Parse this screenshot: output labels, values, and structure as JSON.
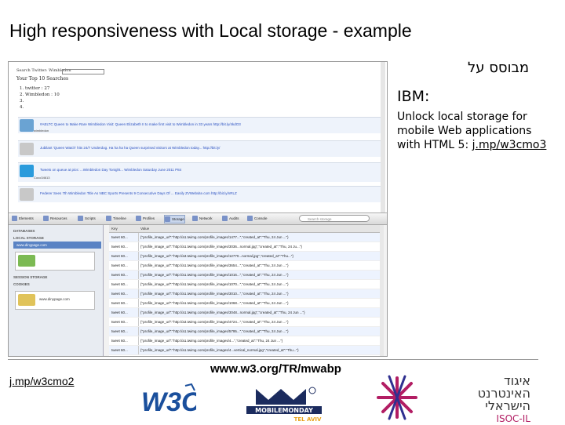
{
  "title": "High responsiveness with Local storage - example",
  "hebrew_title": "מבוסס על",
  "ibm_label": "IBM:",
  "description": "Unlock local storage for mobile Web applications with HTML 5:",
  "ibm_link": "j.mp/w3cmo3",
  "screenshot": {
    "page": {
      "search_label": "Search Twitter: Wimbledon",
      "top10_label": "Your Top 10 Searches",
      "top10": [
        "1. twitter : 27",
        "2. Wimbledon : 10",
        "3. ",
        "4. "
      ],
      "tweets": [
        {
          "text": "#AELTC Queen to Make Rare Wimbledon Visit: Queen Elizabeth II to make first visit to Wimbledon in 33 years http://bit.ly/4kdO3",
          "user": "wimbledon"
        },
        {
          "text": "Jubilant 'Queen Watch' hits 24/7 Underdog. Ha ha ha ha Queen surprised visitors at Wimbledon today... http://bit.ly/",
          "user": ""
        },
        {
          "text": "Tweets on queue at pics: ...Wimbledon Day Tonight... Wimbledon Saturday June 2011 P84",
          "user": "Coco34613"
        },
        {
          "text": "Federer Sees 7th Wimbledon Title As NBC Sports Presents 9 Consecutive Days Of ... Easily ZVWebsite.com http://bit.ly/nRLZ",
          "user": ""
        }
      ]
    },
    "inspector": {
      "toolbar": [
        "Elements",
        "Resources",
        "Scripts",
        "Timeline",
        "Profiles",
        "Storage",
        "Network",
        "Audits",
        "Console"
      ],
      "active_tab": "Storage",
      "search_placeholder": "Search storage",
      "sidebar": {
        "databases": "DATABASES",
        "local_storage": "LOCAL STORAGE",
        "local_item": "www.dinypage.com",
        "session_storage": "SESSION STORAGE",
        "cookies": "COOKIES",
        "cookie_item": "www.dinypage.com"
      },
      "columns": [
        "Key",
        "Value"
      ],
      "rows": [
        {
          "key": "tweet 60...",
          "value": "{\"profile_image_url\":\"http://a1.twimg.com/profile_images/1477...\",\"created_at\":\"Thu, 24 Jun ...\"}"
        },
        {
          "key": "tweet 60...",
          "value": "{\"profile_image_url\":\"http://a1.twimg.com/profile_images/3036...normal.jpg\",\"created_at\":\"Thu, 24 Ju...\"}"
        },
        {
          "key": "tweet 60...",
          "value": "{\"profile_image_url\":\"http://a3.twimg.com/profile_images/12770...normal.jpg\",\"created_at\":\"Thu...\"}"
        },
        {
          "key": "tweet 60...",
          "value": "{\"profile_image_url\":\"http://a1.twimg.com/profile_images/3654...\",\"created_at\":\"Thu, 24 Jun ...\"}"
        },
        {
          "key": "tweet 60...",
          "value": "{\"profile_image_url\":\"http://a1.twimg.com/profile_images/1016...\",\"created_at\":\"Thu, 24 Jun ...\"}"
        },
        {
          "key": "tweet 60...",
          "value": "{\"profile_image_url\":\"http://a1.twimg.com/profile_images/1070...\",\"created_at\":\"Thu, 24 Jun ...\"}"
        },
        {
          "key": "tweet 60...",
          "value": "{\"profile_image_url\":\"http://a1.twimg.com/profile_images/3010...\",\"created_at\":\"Thu, 24 Jun ...\"}"
        },
        {
          "key": "tweet 60...",
          "value": "{\"profile_image_url\":\"http://a1.twimg.com/profile_images/1068...\",\"created_at\":\"Thu, 24 Jun ...\"}"
        },
        {
          "key": "tweet 60...",
          "value": "{\"profile_image_url\":\"http://a1.twimg.com/profile_images/3048...normal.jpg\",\"created_at\":\"Thu, 24 Jun ...\"}"
        },
        {
          "key": "tweet 60...",
          "value": "{\"profile_image_url\":\"http://a3.twimg.com/profile_images/4724...\",\"created_at\":\"Thu, 24 Jun ...\"}"
        },
        {
          "key": "tweet 60...",
          "value": "{\"profile_image_url\":\"http://a1.twimg.com/profile_images/5795...\",\"created_at\":\"Thu, 24 Jun ...\"}"
        },
        {
          "key": "tweet 60...",
          "value": "{\"profile_image_url\":\"http://a1.twimg.com/profile_images/4...\",\"created_at\":\"Thu, 24 Jun ...\"}"
        },
        {
          "key": "tweet 60...",
          "value": "{\"profile_image_url\":\"http://a1.twimg.com/profile_images/4...vertical_normal.jpg\",\"created_at\":\"Thu...\"}"
        }
      ]
    }
  },
  "bottom": {
    "mwabp_url": "www.w3.org/TR/mwabp",
    "w3cmo2_link": "j.mp/w3cmo2",
    "w3c_logo": "W3C",
    "mm_logo_top": "MOBILEMONDAY",
    "mm_logo_bottom": "TEL AVIV",
    "isoc_lines": [
      "איגוד",
      "האינטרנט",
      "הישראלי"
    ],
    "isoc_small": "ISOC-IL"
  },
  "colors": {
    "link": "#000000",
    "isoc_magenta": "#b21d63",
    "w3c_blue": "#1a4f9c",
    "mm_navy": "#1b2b5e"
  }
}
